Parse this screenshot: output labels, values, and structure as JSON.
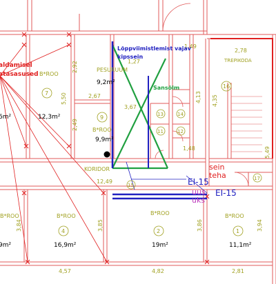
{
  "colors": {
    "wall": "#e05a5a",
    "annotation_red": "#e02020",
    "annotation_blue": "#2020c0",
    "annotation_green": "#20a040",
    "dimension": "#a0a020"
  },
  "annotations": {
    "removed_wall_note": "Lõppviimistlemist vajav",
    "removed_wall_note_2": "kipssein",
    "sanitary": "Sansõlm",
    "fire_rating_top": "EI-15",
    "new_door_1": "uus",
    "new_door_2": "uks",
    "fire_rating_bottom": "EI-15",
    "new_wall_1": "sein",
    "new_wall_2": "teha",
    "left_note_1": "aldamisel",
    "left_note_2": "atasasused"
  },
  "rooms": {
    "corridor": "KORIDOR",
    "corridor_dim": "12,49",
    "laundry": "PESURUUM",
    "laundry_area": "9,2m²",
    "stairs": "TREPIKODA",
    "stairs_dim": "2,78",
    "r7_label": "B*ROO",
    "r7_num": "7",
    "r7_area": "12,3m²",
    "r9_label": "B*ROO",
    "r9_num": "9",
    "r9_area": "9,9m²",
    "r8_area": "6m²",
    "r16_num": "16",
    "r15_num": "15",
    "r13_num": "13",
    "r14_num": "14",
    "r11_num": "11",
    "r12_num": "12",
    "r4_label": "B*ROO",
    "r4_num": "4",
    "r4_area": "16,9m²",
    "r2_label": "B*ROO",
    "r2_num": "2",
    "r2_area": "19m²",
    "r1_label": "B*ROO",
    "r1_num": "1",
    "r1_area": "11,1m²",
    "r3_label": "B*ROO",
    "r5_area": "9m²",
    "r17_num": "17"
  },
  "dimensions": {
    "d_2_92": "2,92",
    "d_5_50": "5,50",
    "d_2_67": "2,67",
    "d_2_49": "2,49",
    "d_3_67": "3,67",
    "d_4_13": "4,13",
    "d_4_35": "4,35",
    "d_5_49": "5,49",
    "d_1_49": "1,49",
    "d_1_48": "1,48",
    "d_3_85": "3,85",
    "d_3_86": "3,86",
    "d_3_94": "3,94",
    "d_3_84": "3,84",
    "d_4_57": "4,57",
    "d_4_82": "4,82",
    "d_2_81": "2,81",
    "d_1_27": "1,27"
  }
}
